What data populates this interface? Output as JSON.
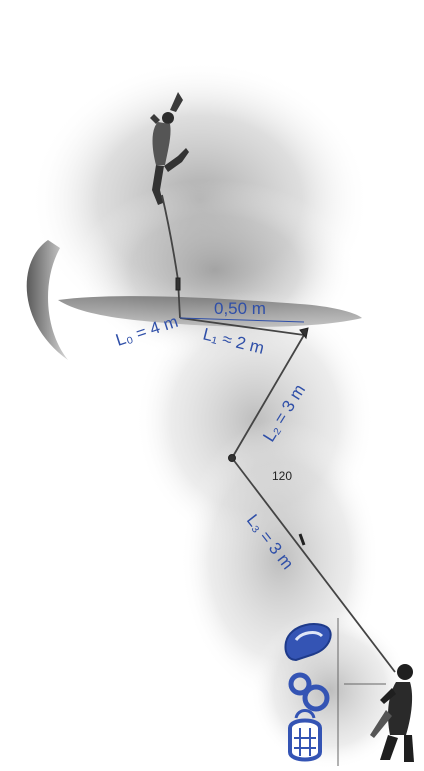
{
  "labels": {
    "l0": "L₀ = 4 m",
    "top_gap": "0,50 m",
    "l1": "L₁ ≈ 2 m",
    "l2": "L₂ = 3 m",
    "l3": "L₃ = 3 m",
    "angle": "120"
  },
  "icons": [
    "carabiner-icon",
    "figure-eight-descender-icon",
    "chalk-bag-icon"
  ],
  "colors": {
    "accent": "#2f4fa8",
    "rope": "#444444",
    "rock": "#8c8c8c",
    "equipment": "#3454b4"
  }
}
